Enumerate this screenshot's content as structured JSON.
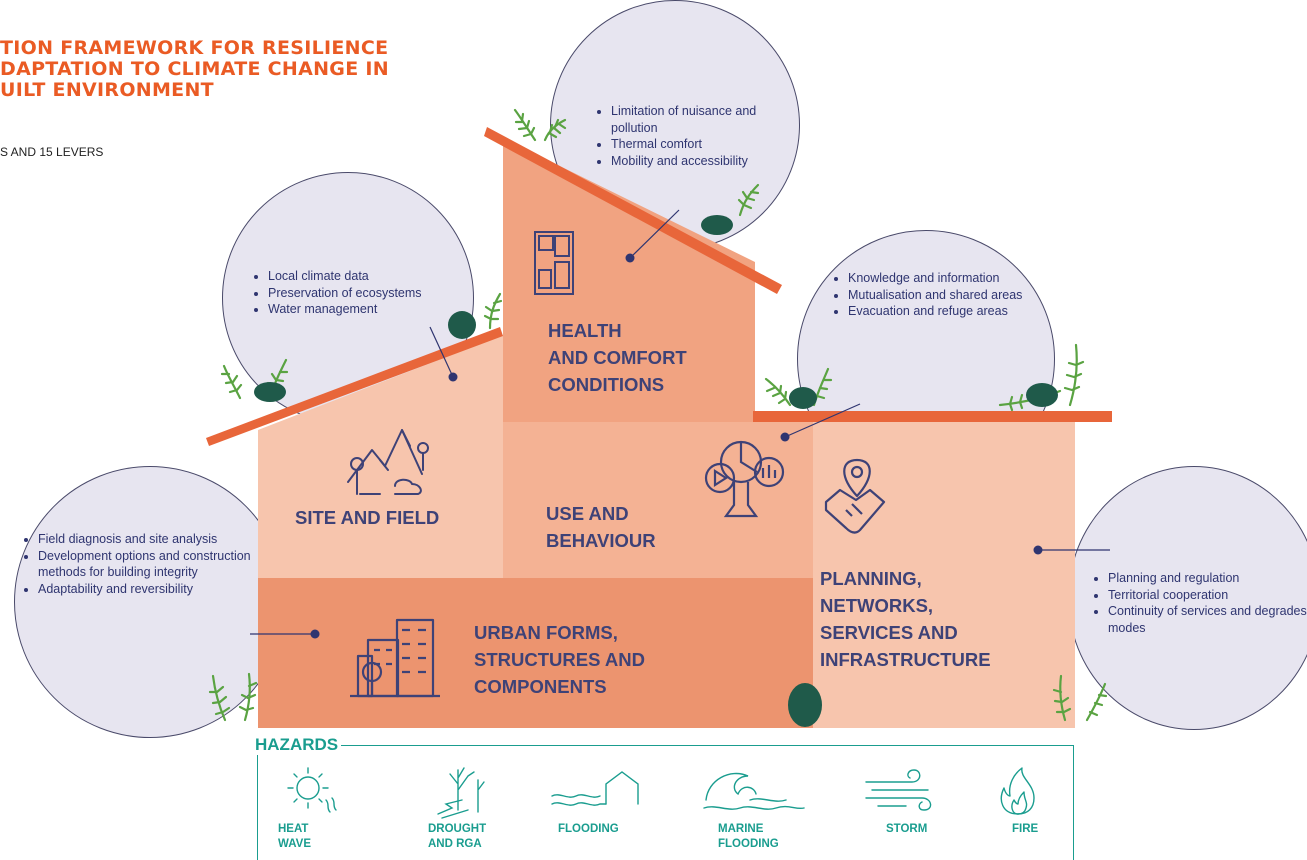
{
  "header": {
    "title_lines": [
      "TION FRAMEWORK FOR RESILIENCE",
      "DAPTATION TO CLIMATE CHANGE IN",
      "UILT ENVIRONMENT"
    ],
    "subtitle": "S AND 15 LEVERS"
  },
  "levers": {
    "health": [
      "Limitation of nuisance and pollution",
      "Thermal comfort",
      "Mobility and accessibility"
    ],
    "site": [
      "Local climate data",
      "Preservation of ecosystems",
      "Water management"
    ],
    "use": [
      "Knowledge and information",
      "Mutualisation and shared areas",
      "Evacuation and refuge areas"
    ],
    "urban": [
      "Field diagnosis and site analysis",
      "Development options and construction methods for building integrity",
      "Adaptability and reversibility"
    ],
    "planning": [
      "Planning and regulation",
      "Territorial cooperation",
      "Continuity of services and degrades modes"
    ]
  },
  "blocks": {
    "health": [
      "HEALTH",
      "AND COMFORT",
      "CONDITIONS"
    ],
    "site": [
      "SITE AND FIELD"
    ],
    "use": [
      "USE AND",
      "BEHAVIOUR"
    ],
    "urban": [
      "URBAN FORMS,",
      "STRUCTURES AND",
      "COMPONENTS"
    ],
    "planning": [
      "PLANNING,",
      "NETWORKS,",
      "SERVICES AND",
      "INFRASTRUCTURE"
    ]
  },
  "hazards": {
    "title": "HAZARDS",
    "items": [
      {
        "icon": "sun-heat-icon",
        "lines": [
          "HEAT",
          "WAVE"
        ]
      },
      {
        "icon": "drought-icon",
        "lines": [
          "DROUGHT",
          "AND RGA"
        ]
      },
      {
        "icon": "flood-house-icon",
        "lines": [
          "FLOODING"
        ]
      },
      {
        "icon": "wave-icon",
        "lines": [
          "MARINE",
          "FLOODING"
        ]
      },
      {
        "icon": "wind-icon",
        "lines": [
          "STORM"
        ]
      },
      {
        "icon": "flame-icon",
        "lines": [
          "FIRE"
        ]
      }
    ]
  },
  "colors": {
    "title": "#ea5b24",
    "roof": "#e8663a",
    "block_light": "#f7c5ad",
    "block_mid": "#f1a381",
    "block_dark": "#ec946f",
    "label": "#3e4277",
    "circle": "#e7e5f0",
    "hazard": "#1a9d8f",
    "leaf": "#5aa342",
    "leaf_dark": "#1f5a4a"
  }
}
